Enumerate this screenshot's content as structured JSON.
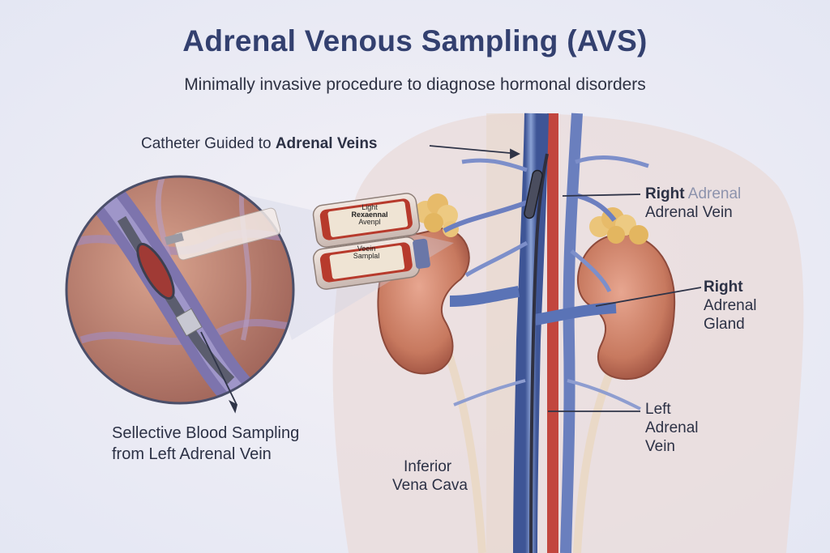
{
  "title": "Adrenal Venous Sampling (AVS)",
  "subtitle": "Minimally invasive procedure to diagnose hormonal disorders",
  "labels": {
    "catheter_prefix": "Catheter Guided to ",
    "catheter_bold": "Adrenal Veins",
    "right_adrenal_vein_bold": "Right",
    "right_adrenal_vein_garbled": "Adrenal",
    "right_adrenal_vein_line2": "Adrenal Vein",
    "right_adrenal_gland_1": "Right",
    "right_adrenal_gland_2": "Adrenal",
    "right_adrenal_gland_3": "Gland",
    "left_adrenal_vein_1": "Left",
    "left_adrenal_vein_2": "Adrenal",
    "left_adrenal_vein_3": "Vein",
    "ivc_1": "Inferior",
    "ivc_2": "Vena Cava",
    "selective_1": "Sellective Blood Sampling",
    "selective_2": "from Left Adrenal Vein"
  },
  "tubes": {
    "tube1_line1": "Light",
    "tube1_line2": "Rexaennal",
    "tube1_line3": "Avenpl",
    "tube2_line1": "Veein",
    "tube2_line2": "Samplal"
  },
  "colors": {
    "title": "#33406f",
    "vein_blue": "#5a73b6",
    "artery_red": "#c2463e",
    "kidney": "#c97c63",
    "gland": "#e9c071",
    "background": "#eef0f8"
  }
}
